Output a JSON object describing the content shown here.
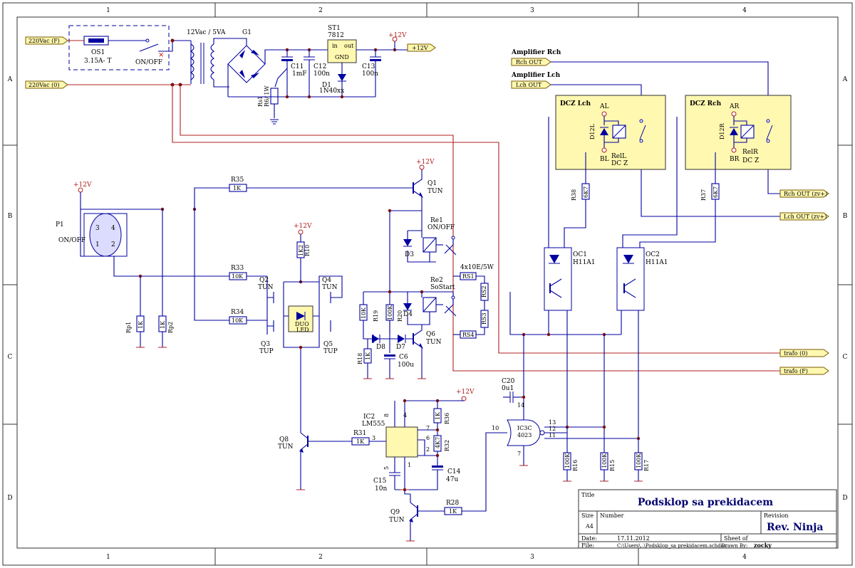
{
  "frame": {
    "columns": [
      "1",
      "2",
      "3",
      "4"
    ],
    "rows": [
      "A",
      "B",
      "C",
      "D"
    ]
  },
  "ports": {
    "ac_f": "220Vac (F)",
    "ac_0": "220Vac (0)",
    "v12_out": "+12V",
    "rch_out": "Rch OUT",
    "lch_out": "Lch OUT",
    "rch_out_zv": "Rch OUT (zv+)",
    "lch_out_zv": "Lch OUT (zv+)",
    "trafo_0": "trafo (0)",
    "trafo_f": "trafo (F)"
  },
  "headings": {
    "amp_rch": "Amplifier Rch",
    "amp_lch": "Amplifier Lch",
    "dcz_lch": "DCZ Lch",
    "dcz_rch": "DCZ Rch"
  },
  "power": {
    "v12": "+12V"
  },
  "parts": {
    "os1": "OS1",
    "os1_val": "3.15A- T",
    "onoff": "ON/OFF",
    "trafo": "12Vac / 5VA",
    "g1": "G1",
    "st1": "ST1",
    "st1_val": "7812",
    "st1_in": "in",
    "st1_out": "out",
    "st1_gnd": "GND",
    "c11": "C11",
    "c11_val": "1mF",
    "c12": "C12",
    "c12_val": "100n",
    "c13": "C13",
    "c13_val": "100n",
    "d1": "D1",
    "d1_val": "1N40xx",
    "rs1": "Rs1",
    "rs1_val": "R6/ 1W",
    "p1": "P1",
    "p1_val": "ON/OFF",
    "p1_pins": [
      "3",
      "4",
      "1",
      "2"
    ],
    "r35": "R35",
    "r35_val": "1K",
    "q1": "Q1",
    "q1_val": "TUN",
    "re1": "Re1",
    "re1_val": "ON/OFF",
    "d3": "D3",
    "r33": "R33",
    "r33_val": "10K",
    "r34": "R34",
    "r34_val": "10K",
    "q2": "Q2",
    "q2_val": "TUN",
    "q3": "Q3",
    "q3_val": "TUP",
    "q4": "Q4",
    "q4_val": "TUN",
    "q5": "Q5",
    "q5_val": "TUP",
    "duo_led": "DUO\nLED",
    "r10": "R10",
    "r10_val": "1K2",
    "rp1": "Rp1",
    "rp1_val": "1K",
    "rp2": "Rp2",
    "rp2_val": "1K",
    "re2": "Re2",
    "re2_val": "SoStart",
    "d4": "D4",
    "r19": "R19",
    "r19_val": "10K",
    "r20": "R20",
    "r20_val": "100K",
    "d8": "D8",
    "d7": "D7",
    "q6": "Q6",
    "q6_val": "TUN",
    "r18": "R18",
    "r18_val": "1K",
    "c6": "C6",
    "c6_val": "100u",
    "rs_hdr": "4x10E/5W",
    "rs1b": "RS1",
    "rs2": "RS2",
    "rs3": "RS3",
    "rs4": "RS4",
    "oc1": "OC1",
    "oc1_val": "H11A1",
    "oc2": "OC2",
    "oc2_val": "H11A1",
    "r38": "R38",
    "r38_val": "6K7",
    "r37": "R37",
    "r37_val": "6K7",
    "al": "AL",
    "bl": "BL",
    "ar": "AR",
    "br": "BR",
    "d12l": "D12L",
    "d12r": "D12R",
    "rel_l": "RelL",
    "rel_r": "RelR",
    "dcz": "DC Z",
    "c20": "C20",
    "c20_val": "0u1",
    "ic3": "IC3C",
    "ic3_val": "4023",
    "ic3_pins": [
      "13",
      "12",
      "11",
      "10",
      "14",
      "7"
    ],
    "r16": "R16",
    "r16_val": "100K",
    "r15": "R15",
    "r15_val": "100K",
    "r17": "R17",
    "r17_val": "100K",
    "ic2": "IC2",
    "ic2_val": "LM555",
    "ic2_pins": [
      "8",
      "4",
      "7",
      "6",
      "2",
      "3",
      "5",
      "1"
    ],
    "r36": "R36",
    "r36_val": "1K",
    "r32": "R32",
    "r32_val": "4K7",
    "c14": "C14",
    "c14_val": "47u",
    "c15": "C15",
    "c15_val": "10n",
    "r31": "R31",
    "r31_val": "1K",
    "q8": "Q8",
    "q8_val": "TUN",
    "q9": "Q9",
    "q9_val": "TUN",
    "r28": "R28",
    "r28_val": "1K"
  },
  "title_block": {
    "title_label": "Title",
    "title": "Podsklop sa prekidacem",
    "size_label": "Size",
    "size": "A4",
    "number_label": "Number",
    "revision_label": "Revision",
    "revision": "Rev. Ninja",
    "date_label": "Date:",
    "date": "17.11.2012",
    "sheet_label": "Sheet   of",
    "file_label": "File:",
    "file": "C:\\Users\\..\\Podsklop_sa prekidacem.schdoc",
    "drawn_label": "Drawn By:",
    "drawn": "zocky"
  }
}
